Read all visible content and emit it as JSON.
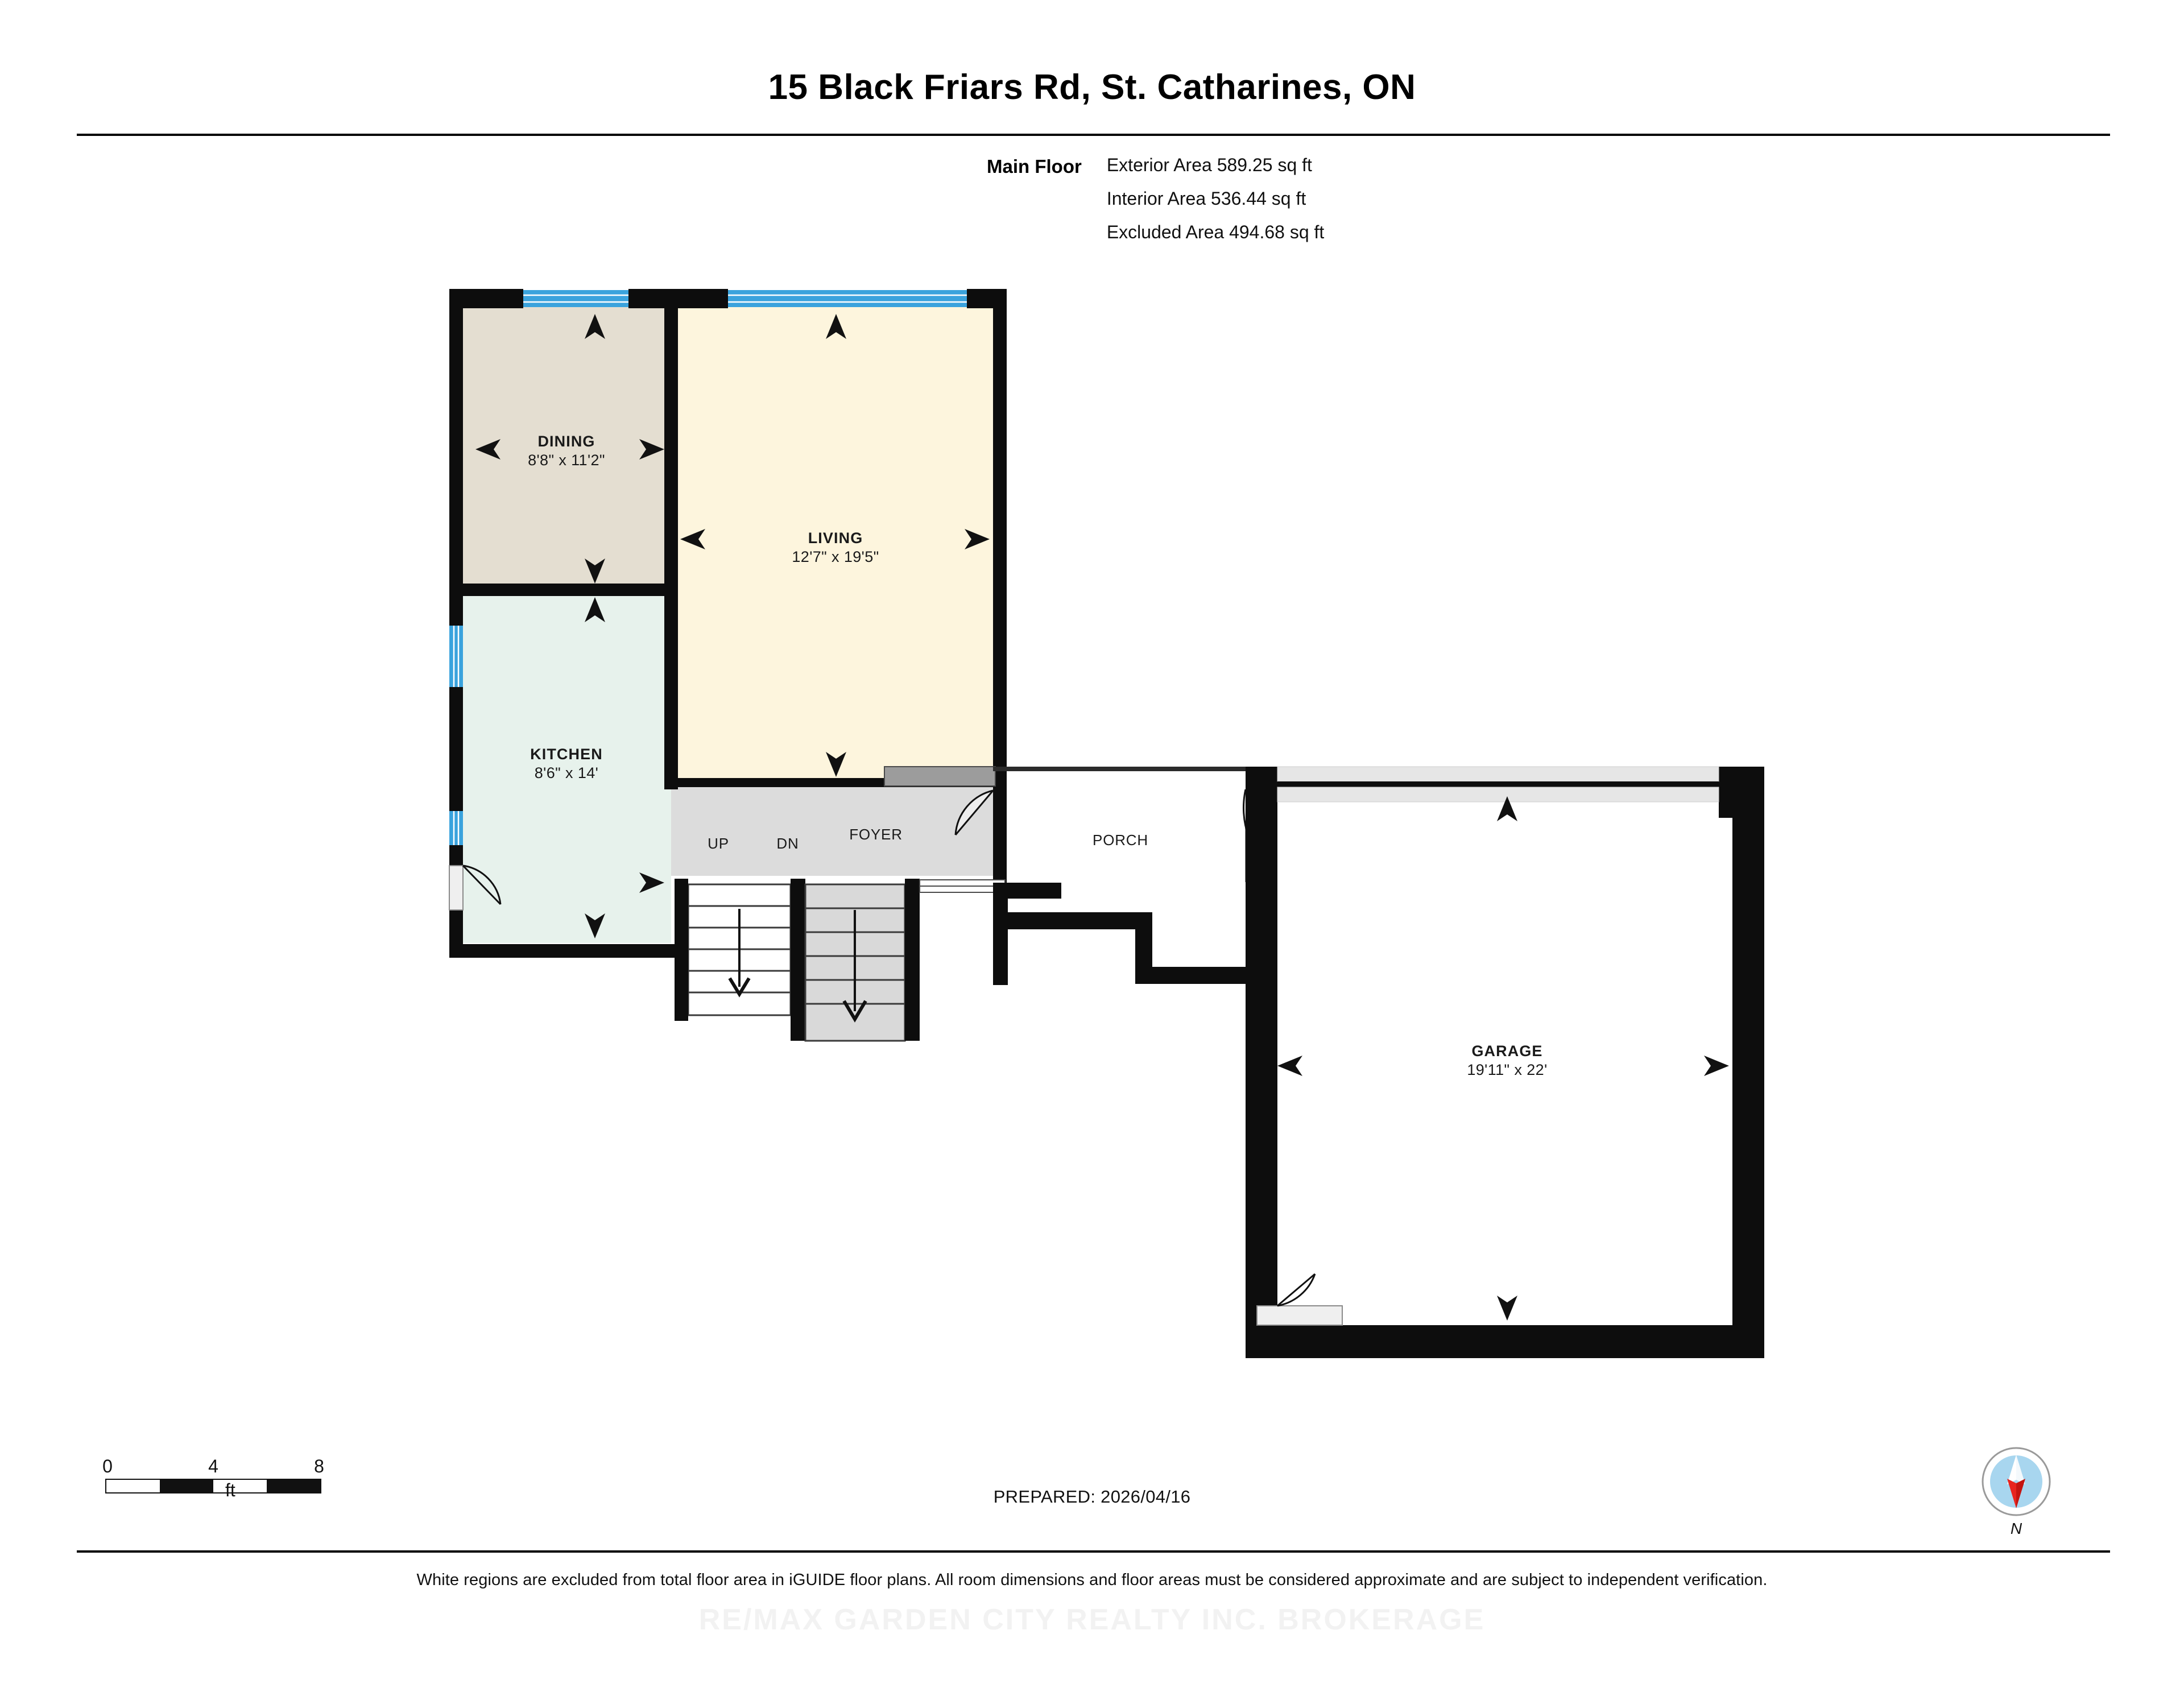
{
  "header": {
    "title": "15 Black Friars Rd, St. Catharines, ON"
  },
  "summary": {
    "floor_label": "Main Floor",
    "lines": [
      "Exterior Area 589.25 sq ft",
      "Interior Area 536.44 sq ft",
      "Excluded Area 494.68 sq ft"
    ]
  },
  "rooms": [
    {
      "name": "DINING",
      "dims": "8'8\" x 11'2\"",
      "fill": "#e4ded1"
    },
    {
      "name": "LIVING",
      "dims": "12'7\" x 19'5\"",
      "fill": "#fdf5dd"
    },
    {
      "name": "KITCHEN",
      "dims": "8'6\" x 14'",
      "fill": "#e7f2ec"
    },
    {
      "name": "GARAGE",
      "dims": "19'11\" x 22'",
      "fill": "#ffffff"
    }
  ],
  "spaces": [
    {
      "name": "FOYER"
    },
    {
      "name": "PORCH"
    }
  ],
  "stairs": [
    {
      "label": "UP"
    },
    {
      "label": "DN"
    }
  ],
  "scale": {
    "ticks": [
      "0",
      "4",
      "8"
    ],
    "unit": "ft"
  },
  "prepared": "PREPARED: 2026/04/16",
  "compass": {
    "north_label": "N"
  },
  "disclaimer": "White regions are excluded from total floor area in iGUIDE floor plans. All room dimensions and floor areas must be considered approximate and are subject to independent verification.",
  "watermark": "RE/MAX GARDEN CITY REALTY INC. BROKERAGE",
  "colors": {
    "wall": "#0d0d0d",
    "window": "#3aa3dd",
    "dining_fill": "#e4ded1",
    "living_fill": "#fdf5dd",
    "kitchen_fill": "#e7f2ec",
    "foyer_fill": "#dcdcdc",
    "stair_fill": "#d9d9d9",
    "compass_disc": "#a8d6ef",
    "compass_needle": "#e8241f"
  }
}
